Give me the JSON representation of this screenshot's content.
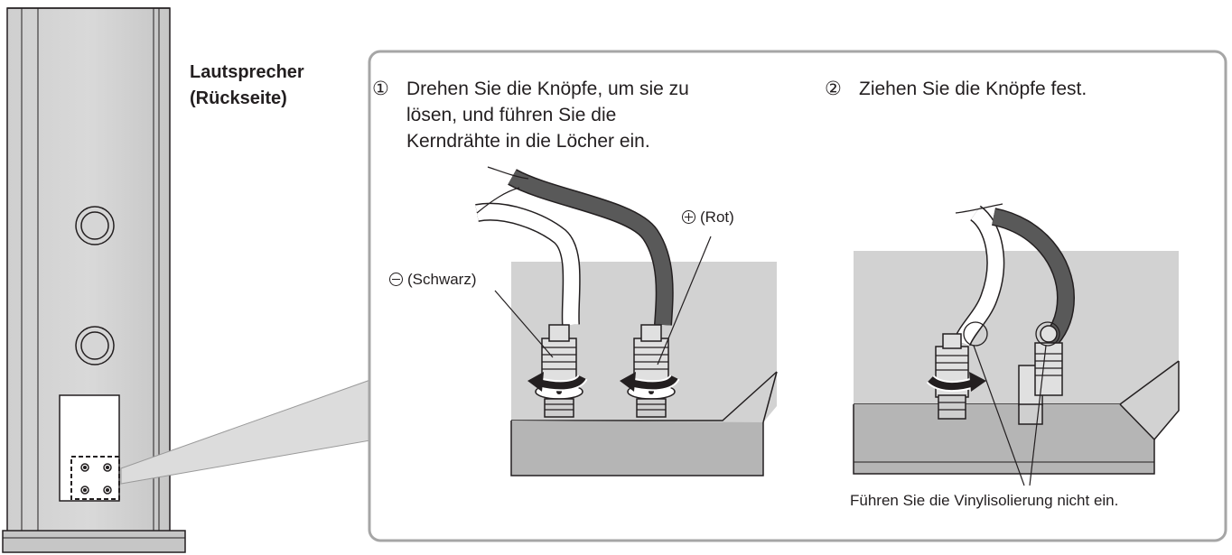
{
  "speaker_label": "Lautsprecher\n(Rückseite)",
  "step1": {
    "number": "①",
    "lines": [
      "Drehen Sie die Knöpfe, um sie zu",
      "lösen, und führen Sie die",
      "Kerndrähte in die Löcher ein."
    ]
  },
  "step2": {
    "number": "②",
    "text": "Ziehen Sie die Knöpfe fest."
  },
  "terminals": {
    "negative": "(Schwarz)",
    "positive": "(Rot)"
  },
  "note": "Führen Sie die Vinylisolierung nicht ein."
}
